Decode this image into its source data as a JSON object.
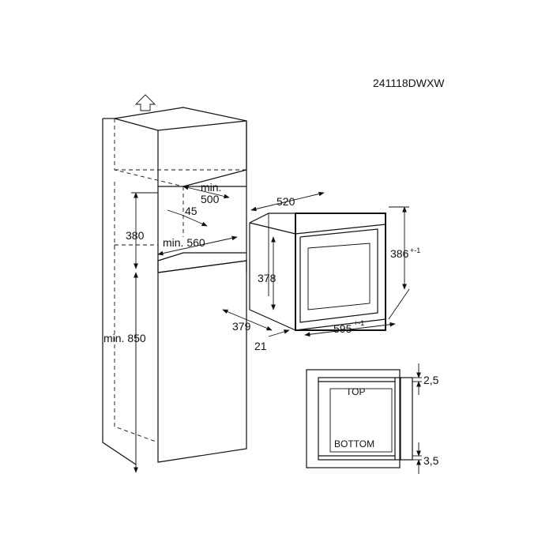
{
  "model_code": "241118DWXW",
  "cabinet": {
    "niche_height": "380",
    "tall_height": "min. 850",
    "min_depth_label": "min.",
    "min_depth_value": "500",
    "gap": "45",
    "min_width": "min. 560"
  },
  "appliance": {
    "depth_top": "520",
    "height_outer": "386",
    "height_outer_tol": "+-1",
    "height_inner": "378",
    "depth_side": "379",
    "frame": "21",
    "width": "595",
    "width_tol": "+-1"
  },
  "detail": {
    "top_label": "TOP",
    "bottom_label": "BOTTOM",
    "top_gap": "2,5",
    "bottom_gap": "3,5"
  },
  "icons": {
    "air": "arrow-up-icon"
  }
}
